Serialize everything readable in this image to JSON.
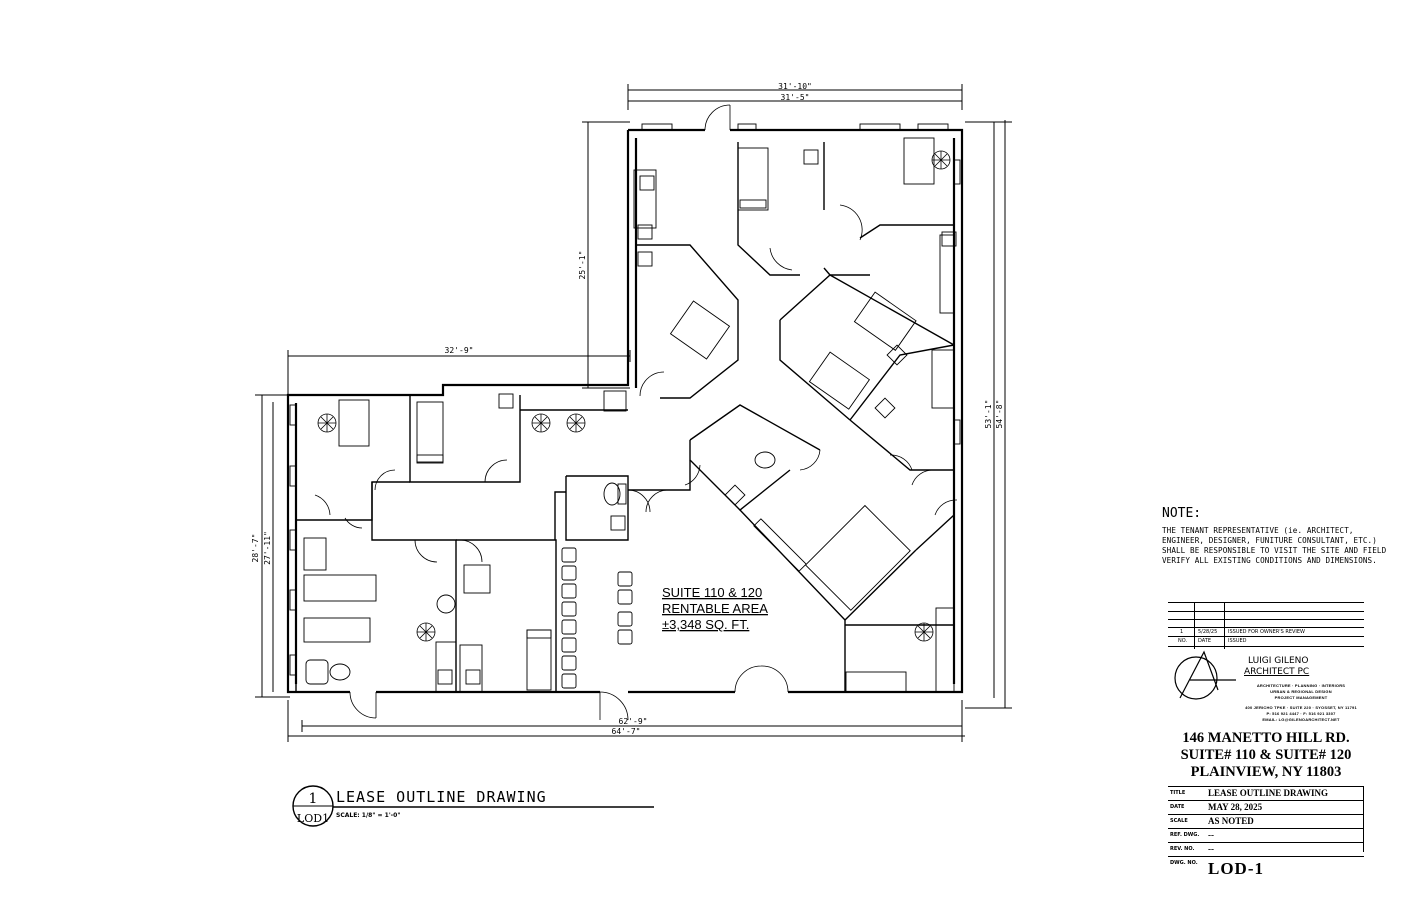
{
  "dimensions": {
    "top_outer": "31'-10\"",
    "top_inner": "31'-5\"",
    "left_upper": "25'-1\"",
    "mid_horizontal": "32'-9\"",
    "left_outer": "28'-7\"",
    "left_inner": "27'-11\"",
    "right_inner": "53'-1\"",
    "right_outer": "54'-8\"",
    "bottom_inner": "62'-9\"",
    "bottom_outer": "64'-7\""
  },
  "suite_label": {
    "line1": "SUITE 110 & 120",
    "line2": "RENTABLE AREA",
    "line3": "±3,348 SQ. FT."
  },
  "note": {
    "heading": "NOTE:",
    "body": "THE TENANT REPRESENTATIVE (ie. ARCHITECT, ENGINEER, DESIGNER, FUNITURE CONSULTANT, ETC.) SHALL BE RESPONSIBLE TO VISIT THE SITE AND FIELD VERIFY ALL EXISTING CONDITIONS AND DIMENSIONS."
  },
  "revisions": {
    "entry": {
      "no": "1",
      "date": "5/28/25",
      "issued": "ISSUED FOR OWNER'S REVIEW"
    },
    "headers": {
      "no": "NO.",
      "date": "DATE",
      "issued": "ISSUED"
    }
  },
  "firm": {
    "name_line1": "LUIGI GILENO",
    "name_line2": "ARCHITECT PC",
    "services1": "ARCHITECTURE · PLANNING · INTERIORS",
    "services2": "URBAN & REGIONAL DESIGN",
    "services3": "PROJECT MANAGEMENT",
    "address": "400 JERICHO TPKE · SUITE 220 · SYOSSET, NY 11791",
    "phone": "P: 516 921 4447 · F: 516 921 3307",
    "email": "EMAIL: LG@GILENOARCHITECT.NET"
  },
  "project_address": {
    "line1": "146 MANETTO HILL RD.",
    "line2": "SUITE# 110 & SUITE# 120",
    "line3": "PLAINVIEW, NY 11803"
  },
  "title_block": {
    "title_label": "TITLE",
    "title_value": "LEASE OUTLINE DRAWING",
    "date_label": "DATE",
    "date_value": "MAY 28, 2025",
    "scale_label": "SCALE",
    "scale_value": "AS NOTED",
    "ref_label": "REF. DWG.",
    "ref_value": "--",
    "rev_label": "REV. NO.",
    "rev_value": "--",
    "dwg_label": "DWG. NO.",
    "dwg_value": "LOD-1"
  },
  "drawing_title": {
    "number": "1",
    "sheet": "LOD1",
    "title": "LEASE OUTLINE DRAWING",
    "scale": "SCALE: 1/8\" = 1'-0\""
  }
}
